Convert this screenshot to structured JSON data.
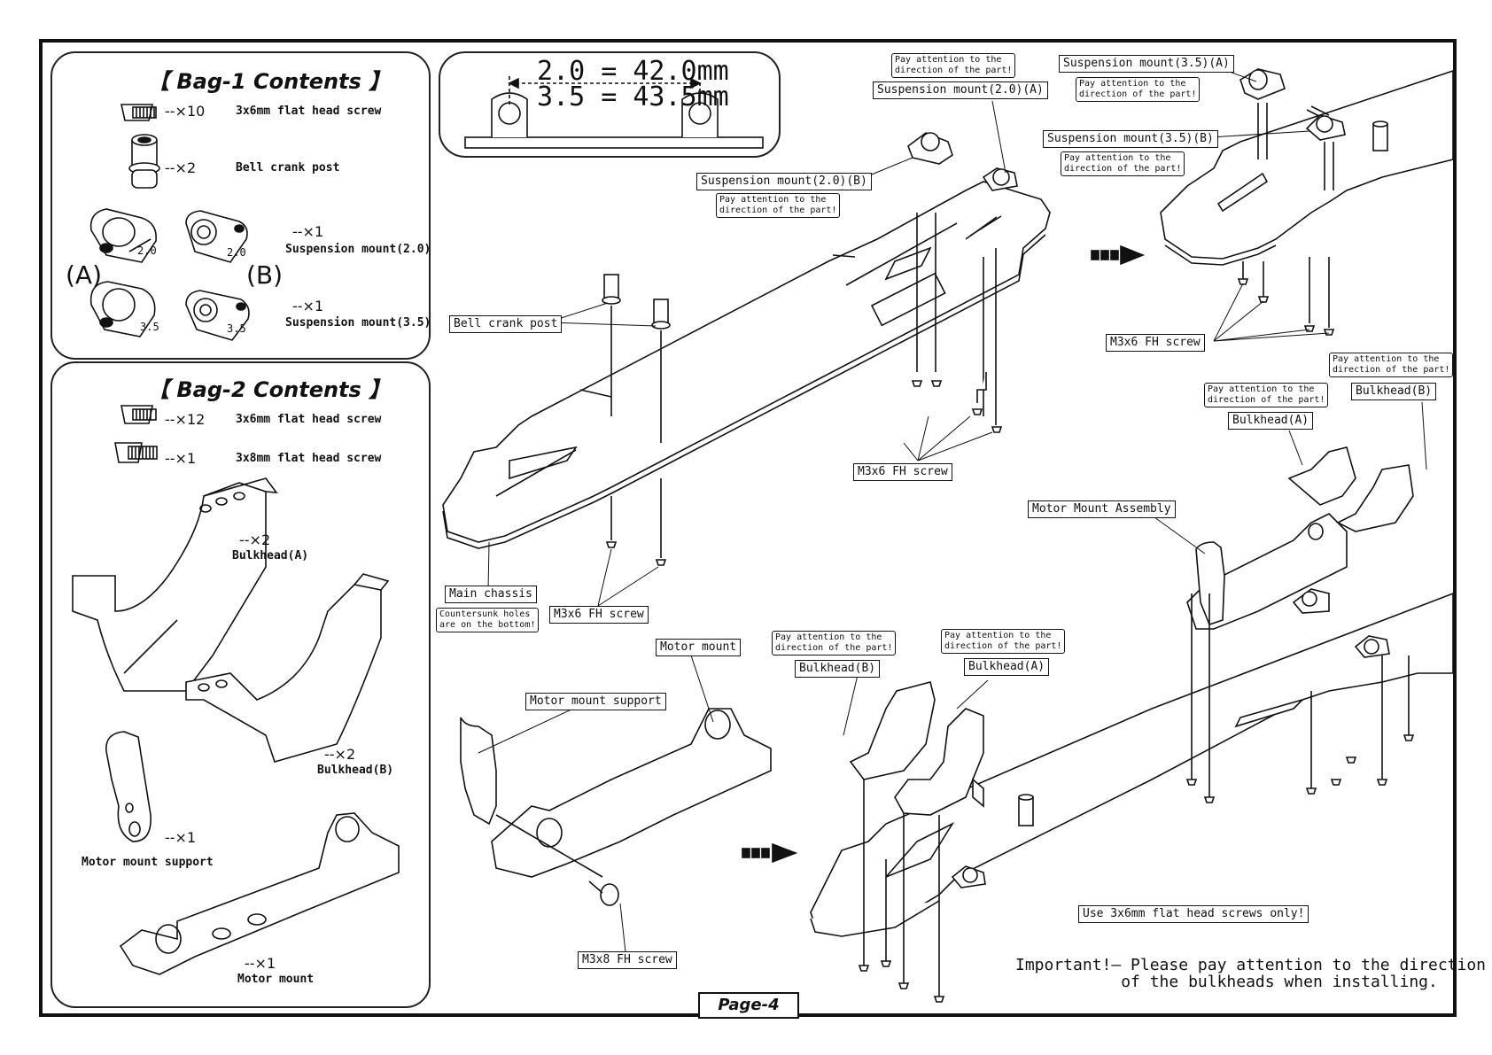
{
  "page": {
    "number_label": "Page-4"
  },
  "bag1": {
    "title": "【 Bag-1 Contents 】",
    "items": [
      {
        "qty": "--×10",
        "name": "3x6mm flat head screw"
      },
      {
        "qty": "--×2",
        "name": "Bell crank post"
      },
      {
        "qty": "--×1",
        "name": "Suspension mount(2.0)"
      },
      {
        "qty": "--×1",
        "name": "Suspension mount(3.5)"
      }
    ],
    "letters": [
      "(A)",
      "(B)"
    ],
    "part_marks": [
      "2.0",
      "2.0",
      "3.5",
      "3.5"
    ]
  },
  "bag2": {
    "title": "【 Bag-2 Contents 】",
    "items": [
      {
        "qty": "--×12",
        "name": "3x6mm flat head screw"
      },
      {
        "qty": "--×1",
        "name": "3x8mm flat head screw"
      },
      {
        "qty": "--×2",
        "name": "Bulkhead(A)"
      },
      {
        "qty": "--×2",
        "name": "Bulkhead(B)"
      },
      {
        "qty": "--×1",
        "name": "Motor mount support"
      },
      {
        "qty": "--×1",
        "name": "Motor mount"
      }
    ]
  },
  "dimension": {
    "line1": "2.0 = 42.0mm",
    "line2": "3.5 = 43.5mm"
  },
  "labels": {
    "bell_crank_post": "Bell crank post",
    "main_chassis": "Main chassis",
    "countersunk_note": "Countersunk holes\nare on the bottom!",
    "m3x6_a": "M3x6 FH screw",
    "m3x6_b": "M3x6 FH screw",
    "m3x6_c": "M3x6 FH screw",
    "susp_20_a": "Suspension mount(2.0)(A)",
    "susp_20_b": "Suspension mount(2.0)(B)",
    "susp_35_a": "Suspension mount(3.5)(A)",
    "susp_35_b": "Suspension mount(3.5)(B)",
    "attention": "Pay attention to the\ndirection of the part!",
    "motor_mount": "Motor mount",
    "motor_mount_support": "Motor mount support",
    "m3x8": "M3x8 FH screw",
    "bulkhead_a_top": "Bulkhead(A)",
    "bulkhead_b_top": "Bulkhead(B)",
    "bulkhead_a_bottom": "Bulkhead(A)",
    "bulkhead_b_bottom": "Bulkhead(B)",
    "motor_mount_assembly": "Motor Mount Assembly",
    "use_screws": "Use 3x6mm flat head screws only!"
  },
  "important": "Important!— Please pay attention to the direction\n           of the bulkheads when installing."
}
